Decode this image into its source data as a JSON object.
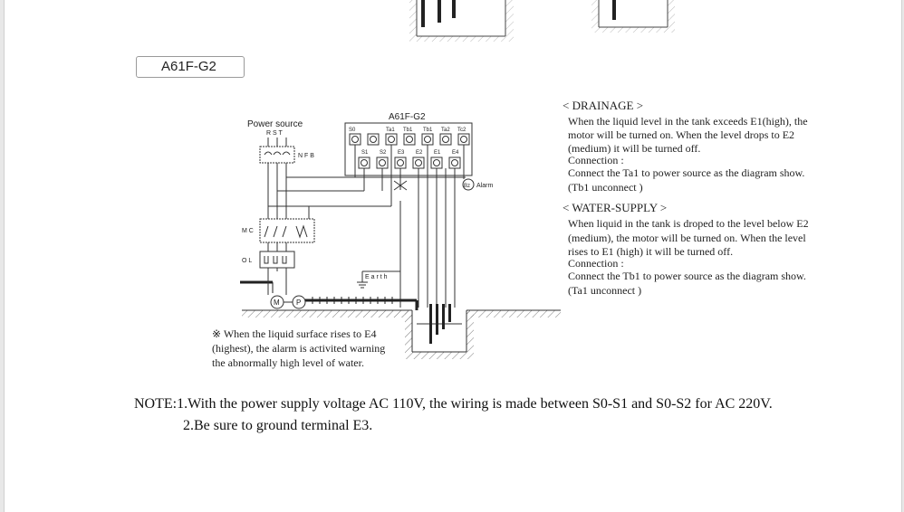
{
  "model_box": "A61F-G2",
  "diagram": {
    "device_title": "A61F-G2",
    "power_source_label": "Power source",
    "phase_labels": "R S T",
    "nfb_label": "N F B",
    "mc_label": "M C",
    "ol_label": "O L",
    "earth_label": "E a r t h",
    "alarm_label": "Alarm",
    "bz_label": "Bz",
    "motor_label": "M",
    "pump_label": "P",
    "top_terminals": [
      "S0",
      "Ta1",
      "Tb1",
      "Tb1",
      "Ta2",
      "Tc2"
    ],
    "bottom_terminals": [
      "S1",
      "S2",
      "E3",
      "E2",
      "E1",
      "E4"
    ]
  },
  "drainage": {
    "heading": "< DRAINAGE >",
    "line1": "When the liquid level in the tank exceeds E1(high), the",
    "line2": "motor will be turned on. When the level drops to E2",
    "line3": "(medium) it will be turned off.",
    "line4": "Connection :",
    "line5": "Connect the Ta1 to power source as the diagram show.",
    "line6": "(Tb1 unconnect )"
  },
  "water_supply": {
    "heading": "< WATER-SUPPLY >",
    "line1": "When liquid in the tank is droped to the level below E2",
    "line2": "(medium), the motor will be turned on. When the level",
    "line3": "rises to E1 (high) it will be turned off.",
    "line4": "Connection :",
    "line5": "Connect the Tb1 to power source as the diagram show.",
    "line6": "(Ta1 unconnect )"
  },
  "alarm_note": {
    "line1": "※ When the liquid surface rises to E4",
    "line2": "(highest), the alarm is activited warning",
    "line3": "the abnormally high level of water."
  },
  "notes": {
    "line1": "NOTE:1.With the power supply voltage AC 110V, the wiring is made between S0-S1 and S0-S2 for AC 220V.",
    "line2": "2.Be sure to ground terminal E3."
  }
}
